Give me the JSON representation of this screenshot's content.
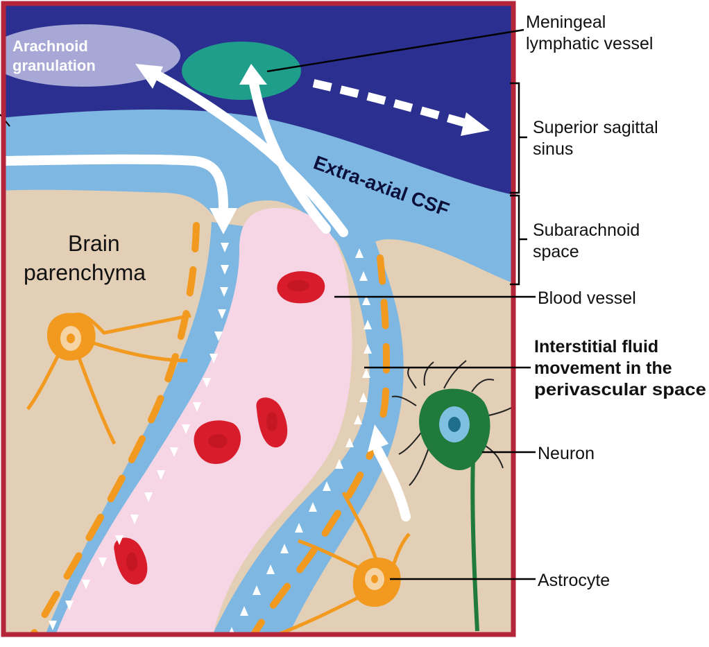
{
  "labels": {
    "arachnoid_line1": "Arachnoid",
    "arachnoid_line2": "granulation",
    "brain_line1": "Brain",
    "brain_line2": "parenchyma",
    "csf": "Extra-axial CSF",
    "meningeal_line1": "Meningeal",
    "meningeal_line2": "lymphatic vessel",
    "sinus_line1": "Superior sagittal",
    "sinus_line2": "sinus",
    "subarachnoid_line1": "Subarachnoid",
    "subarachnoid_line2": "space",
    "blood_vessel": "Blood vessel",
    "interstitial_line1": "Interstitial fluid",
    "interstitial_line2": "movement in the",
    "interstitial_line3": "perivascular space",
    "neuron": "Neuron",
    "astrocyte": "Astrocyte"
  },
  "colors": {
    "frame": "#b5263a",
    "sinus": "#2b2f8f",
    "csf": "#7db7e2",
    "parenchyma": "#e3cfb6",
    "vessel": "#f6d6e4",
    "red_cell": "#d91c2b",
    "astrocyte": "#f29a1f",
    "neuron": "#1f7a3c",
    "lymphatic": "#1f9e8c",
    "arachnoid": "#a7a8d6"
  }
}
